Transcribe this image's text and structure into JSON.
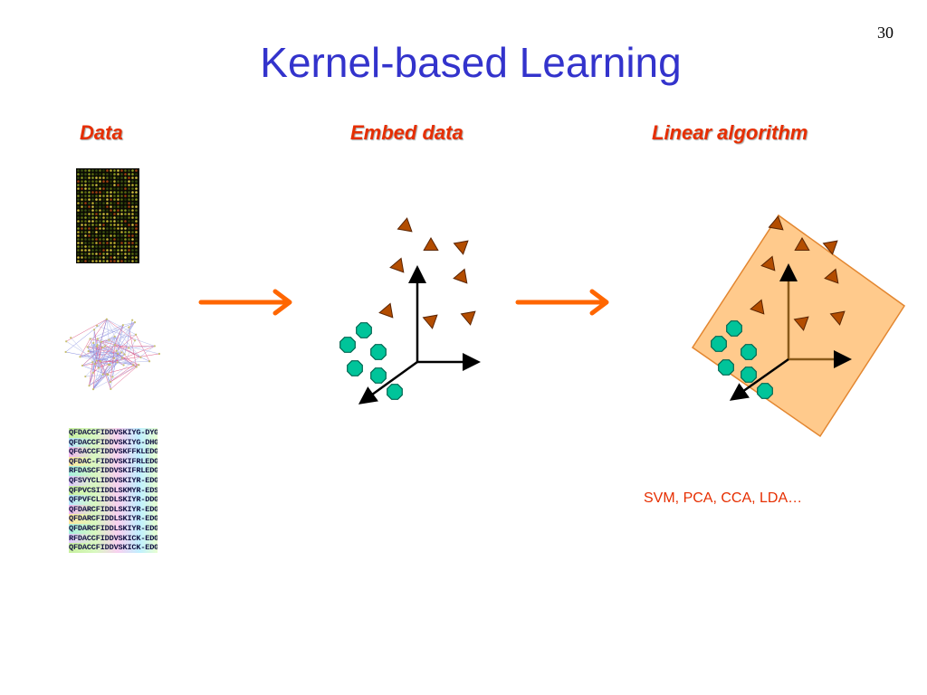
{
  "slide": {
    "page_number": "30",
    "title": "Kernel-based Learning"
  },
  "columns": {
    "data_label": "Data",
    "embed_label": "Embed data",
    "linear_label": "Linear algorithm"
  },
  "algorithms_caption": "SVM, PCA, CCA, LDA…",
  "sequence_alignment": [
    "QFDACCFIDDVSKIYG-DYGPI",
    "QFDACCFIDDVSKIYG-DHGPI",
    "QFGACCFIDDVSKFFKLEDGPI",
    "QFDAC-FIDDVSKIFRLEDGPL",
    "RFDASCFIDDVSKIFRLEDGPI",
    "QFSVYCLIDDVSKIYR-EDGPM",
    "QFPVCSIIDDLSKMYR-EDSPV",
    "QFPVFCLIDDLSKIYR-DDGLI",
    "QFDARCFIDDLSKIYR-EDGQV",
    "QFDARCFIDDLSKIYR-EDGQV",
    "QFDARCFIDDLSKIYR-EDGPI",
    "RFDACCFIDDVSKICK-EDGPV",
    "QFDACCFIDDVSKICK-EDGPV"
  ],
  "colors": {
    "title": "#3333cc",
    "column_heading": "#e62e00",
    "arrow": "#ff6600",
    "triangle_fill": "#b34d00",
    "triangle_stroke": "#5a2400",
    "octagon_fill": "#00c49a",
    "octagon_stroke": "#006650",
    "plane_fill": "#ffc580",
    "plane_stroke": "#e07a1a"
  }
}
